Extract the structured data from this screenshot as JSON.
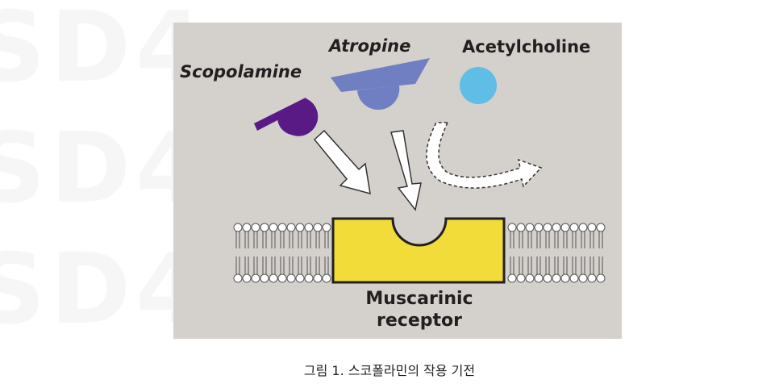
{
  "figure": {
    "labels": {
      "scopolamine": "Scopolamine",
      "atropine": "Atropine",
      "acetylcholine": "Acetylcholine",
      "receptor_line1": "Muscarinic",
      "receptor_line2": "receptor"
    },
    "colors": {
      "background": "#d4d0cc",
      "scopolamine": "#5a1a86",
      "atropine": "#6f7fc1",
      "acetylcholine": "#5fbde6",
      "receptor": "#f2dc3a",
      "membrane": "#ffffff"
    }
  },
  "watermark_text": [
    "SD4",
    "SD4",
    "SD4"
  ],
  "caption": "그림 1. 스코폴라민의 작용 기전"
}
